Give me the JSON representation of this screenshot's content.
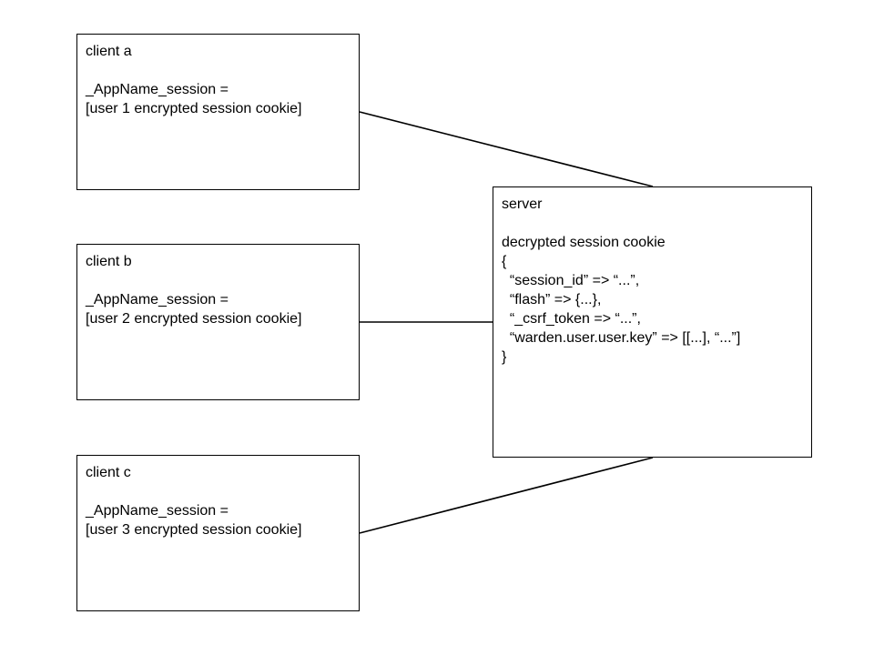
{
  "clients": [
    {
      "title": "client a",
      "var": "_AppName_session =",
      "value": "[user 1 encrypted session cookie]"
    },
    {
      "title": "client b",
      "var": "_AppName_session =",
      "value": "[user 2 encrypted session cookie]"
    },
    {
      "title": "client c",
      "var": "_AppName_session =",
      "value": "[user 3 encrypted session cookie]"
    }
  ],
  "server": {
    "title": "server",
    "subtitle": "decrypted session cookie",
    "lines": [
      "{",
      "  “session_id” => “...”,",
      "  “flash” => {...},",
      "  “_csrf_token => “...”,",
      "  “warden.user.user.key” => [[...], “...”]",
      "}"
    ]
  }
}
